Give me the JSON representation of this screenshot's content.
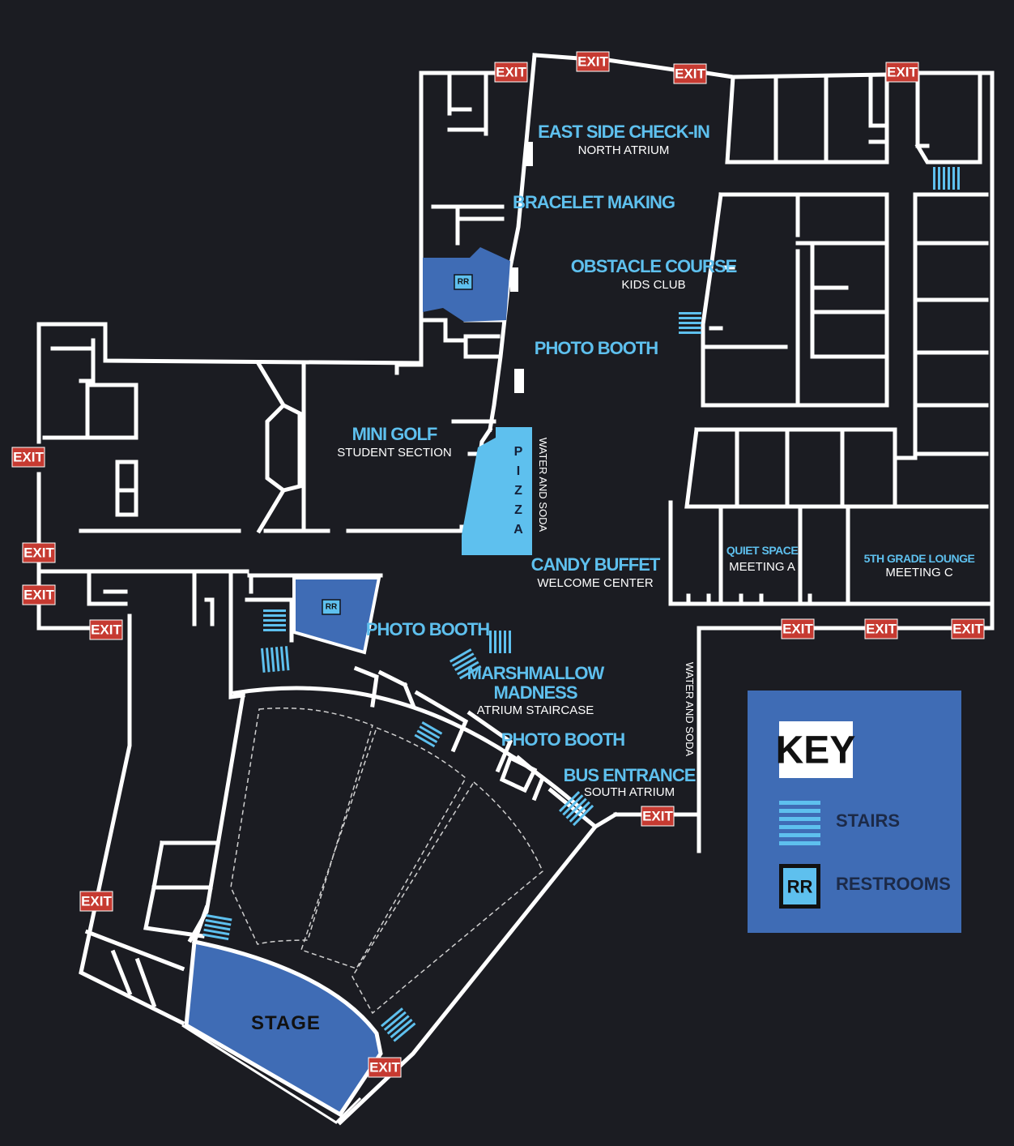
{
  "colors": {
    "background": "#1b1c22",
    "walls": "#ffffff",
    "label_blue": "#5ec0ee",
    "room_blue": "#3f6cb5",
    "exit_red": "#c63a31"
  },
  "exit_label": "EXIT",
  "areas": {
    "east_checkin": {
      "title": "EAST SIDE CHECK-IN",
      "sub": "NORTH ATRIUM"
    },
    "bracelet": {
      "title": "BRACELET MAKING"
    },
    "obstacle": {
      "title": "OBSTACLE COURSE",
      "sub": "KIDS CLUB"
    },
    "photo1": {
      "title": "PHOTO BOOTH"
    },
    "mini_golf": {
      "title": "MINI GOLF",
      "sub": "STUDENT SECTION"
    },
    "candy": {
      "title": "CANDY BUFFET",
      "sub": "WELCOME CENTER"
    },
    "quiet": {
      "title": "QUIET SPACE",
      "sub": "MEETING A"
    },
    "lounge": {
      "title": "5TH GRADE LOUNGE",
      "sub": "MEETING C"
    },
    "photo2": {
      "title": "PHOTO BOOTH"
    },
    "marshmallow": {
      "title1": "MARSHMALLOW",
      "title2": "MADNESS",
      "sub": "ATRIUM STAIRCASE"
    },
    "photo3": {
      "title": "PHOTO BOOTH"
    },
    "bus": {
      "title": "BUS ENTRANCE",
      "sub": "SOUTH ATRIUM"
    },
    "stage": {
      "title": "STAGE"
    },
    "pizza": {
      "letters": [
        "P",
        "I",
        "Z",
        "Z",
        "A"
      ]
    },
    "water1": {
      "text": "WATER AND SODA"
    },
    "water2": {
      "text": "WATER AND SODA"
    },
    "restroom_tag": "RR"
  },
  "key": {
    "title": "KEY",
    "stairs_label": "STAIRS",
    "restrooms_label": "RESTROOMS",
    "rr_icon": "RR"
  }
}
